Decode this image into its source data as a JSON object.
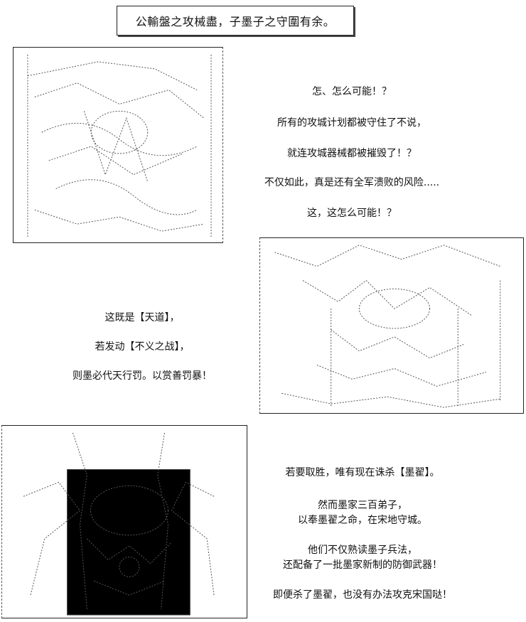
{
  "title": "公輸盤之攻械盡，子墨子之守圍有余。",
  "block1": [
    "怎、怎么可能！？",
    "所有的攻城计划都被守住了不说，",
    "就连攻城器械都被摧毁了！？",
    "不仅如此，真是还有全军溃败的风险.....",
    "这，这怎么可能！？"
  ],
  "block2": [
    "这既是【天道】，",
    "若发动【不义之战】，",
    "则墨必代天行罚。以赏善罚暴！"
  ],
  "block3": [
    "若要取胜，唯有现在诛杀【墨翟】。",
    "然而墨家三百弟子，",
    "以奉墨翟之命，在宋地守城。",
    "他们不仅熟读墨子兵法，",
    "还配备了一批墨家新制的防御武器！",
    "即便杀了墨翟，也没有办法攻克宋国哒！"
  ]
}
